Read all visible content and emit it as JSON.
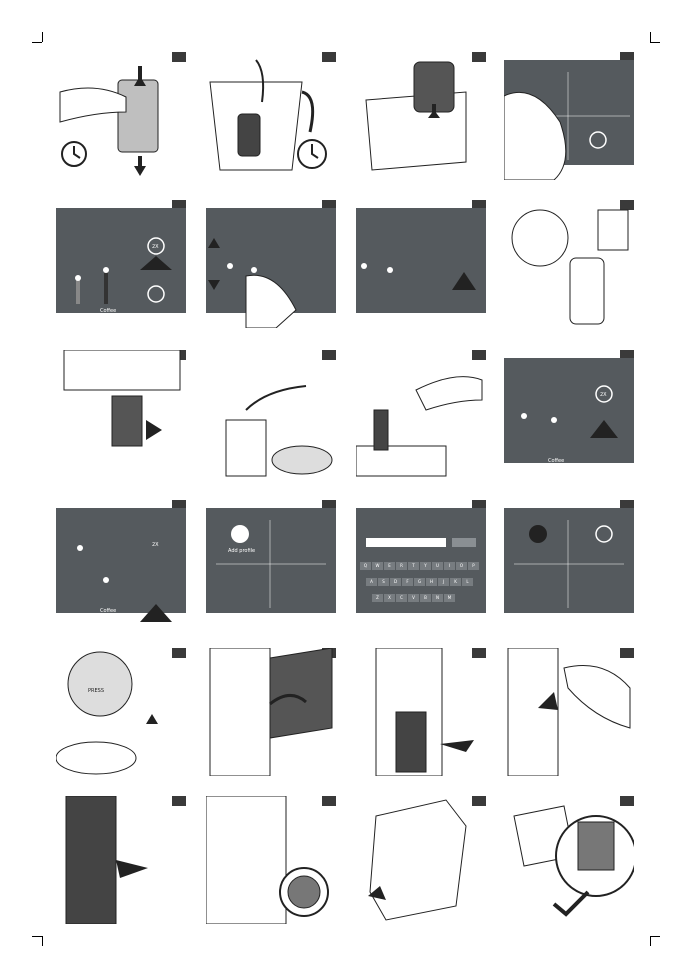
{
  "screens": {
    "coffee_label": "Coffee",
    "double_label": "2X",
    "add_profile_label": "Add profile",
    "keyboard_row1": [
      "Q",
      "W",
      "E",
      "R",
      "T",
      "Y",
      "U",
      "I",
      "O",
      "P"
    ],
    "keyboard_row2": [
      "A",
      "S",
      "D",
      "F",
      "G",
      "H",
      "J",
      "K",
      "L"
    ],
    "keyboard_row3": [
      "Z",
      "X",
      "C",
      "V",
      "B",
      "N",
      "M"
    ]
  },
  "labels": {
    "press_label": "PRESS"
  }
}
